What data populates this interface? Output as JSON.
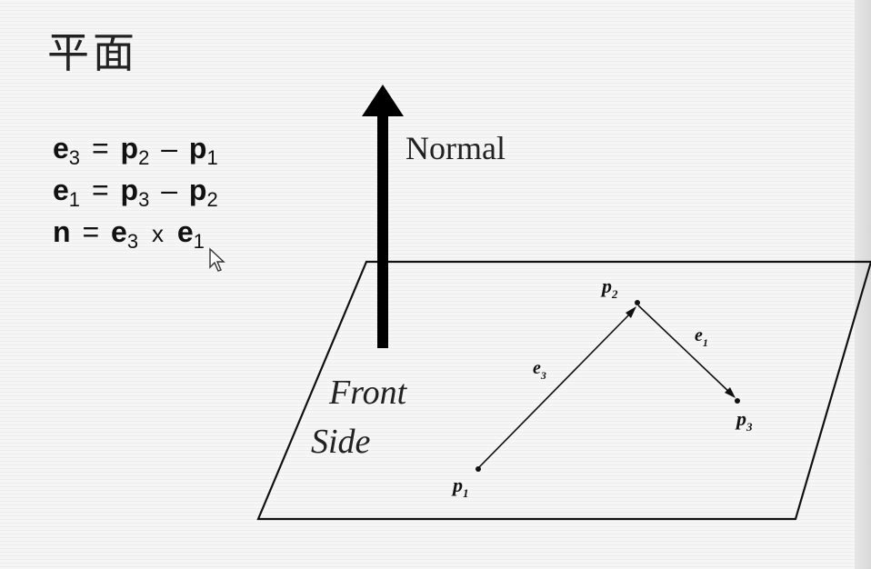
{
  "title": "平面",
  "formulas": [
    {
      "lhs": "e",
      "lhs_sub": "3",
      "eq": "=",
      "a": "p",
      "a_sub": "2",
      "op": "–",
      "b": "p",
      "b_sub": "1"
    },
    {
      "lhs": "e",
      "lhs_sub": "1",
      "eq": "=",
      "a": "p",
      "a_sub": "3",
      "op": "–",
      "b": "p",
      "b_sub": "2"
    },
    {
      "lhs": "n",
      "eq": "=",
      "a": "e",
      "a_sub": "3",
      "op": "x",
      "b": "e",
      "b_sub": "1"
    }
  ],
  "diagram": {
    "normal_label": "Normal",
    "front_label": "Front",
    "side_label": "Side",
    "points": [
      {
        "name": "p",
        "sub": "1"
      },
      {
        "name": "p",
        "sub": "2"
      },
      {
        "name": "p",
        "sub": "3"
      }
    ],
    "edges": [
      {
        "name": "e",
        "sub": "3"
      },
      {
        "name": "e",
        "sub": "1"
      }
    ]
  },
  "colors": {
    "ink": "#111111",
    "background": "#f4f4f4"
  },
  "icons": {
    "cursor": "mouse-pointer-icon"
  }
}
